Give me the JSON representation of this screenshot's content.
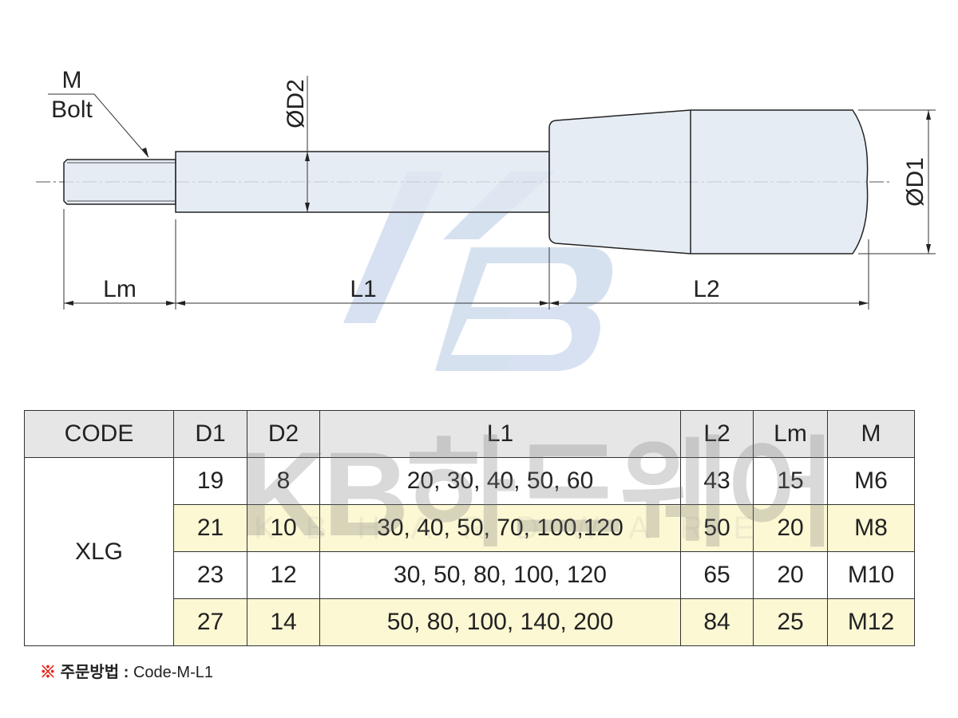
{
  "drawing": {
    "m_label": "M",
    "bolt_label": "Bolt",
    "d2_label": "ØD2",
    "d1_label": "ØD1",
    "lm_label": "Lm",
    "l1_label": "L1",
    "l2_label": "L2",
    "logo": "KB",
    "fill_color": "#dfe7f1",
    "logo_color": "#c5d4ea"
  },
  "table": {
    "headers": [
      "CODE",
      "D1",
      "D2",
      "L1",
      "L2",
      "Lm",
      "M"
    ],
    "code": "XLG",
    "rows": [
      {
        "d1": "19",
        "d2": "8",
        "l1": "20, 30, 40, 50, 60",
        "l2": "43",
        "lm": "15",
        "m": "M6"
      },
      {
        "d1": "21",
        "d2": "10",
        "l1": "30, 40, 50, 70, 100,120",
        "l2": "50",
        "lm": "20",
        "m": "M8"
      },
      {
        "d1": "23",
        "d2": "12",
        "l1": "30, 50, 80, 100, 120",
        "l2": "65",
        "lm": "20",
        "m": "M10"
      },
      {
        "d1": "27",
        "d2": "14",
        "l1": "50, 80, 100, 140, 200",
        "l2": "84",
        "lm": "25",
        "m": "M12"
      }
    ],
    "watermark": "KB하드웨어",
    "watermark_sub": "KBHARDWARE",
    "header_bg": "#e6e6e6",
    "alt_row_bg": "#fcf8d4"
  },
  "footnote": {
    "mark": "※",
    "label": "주문방법 :",
    "code": "Code-M-L1"
  }
}
